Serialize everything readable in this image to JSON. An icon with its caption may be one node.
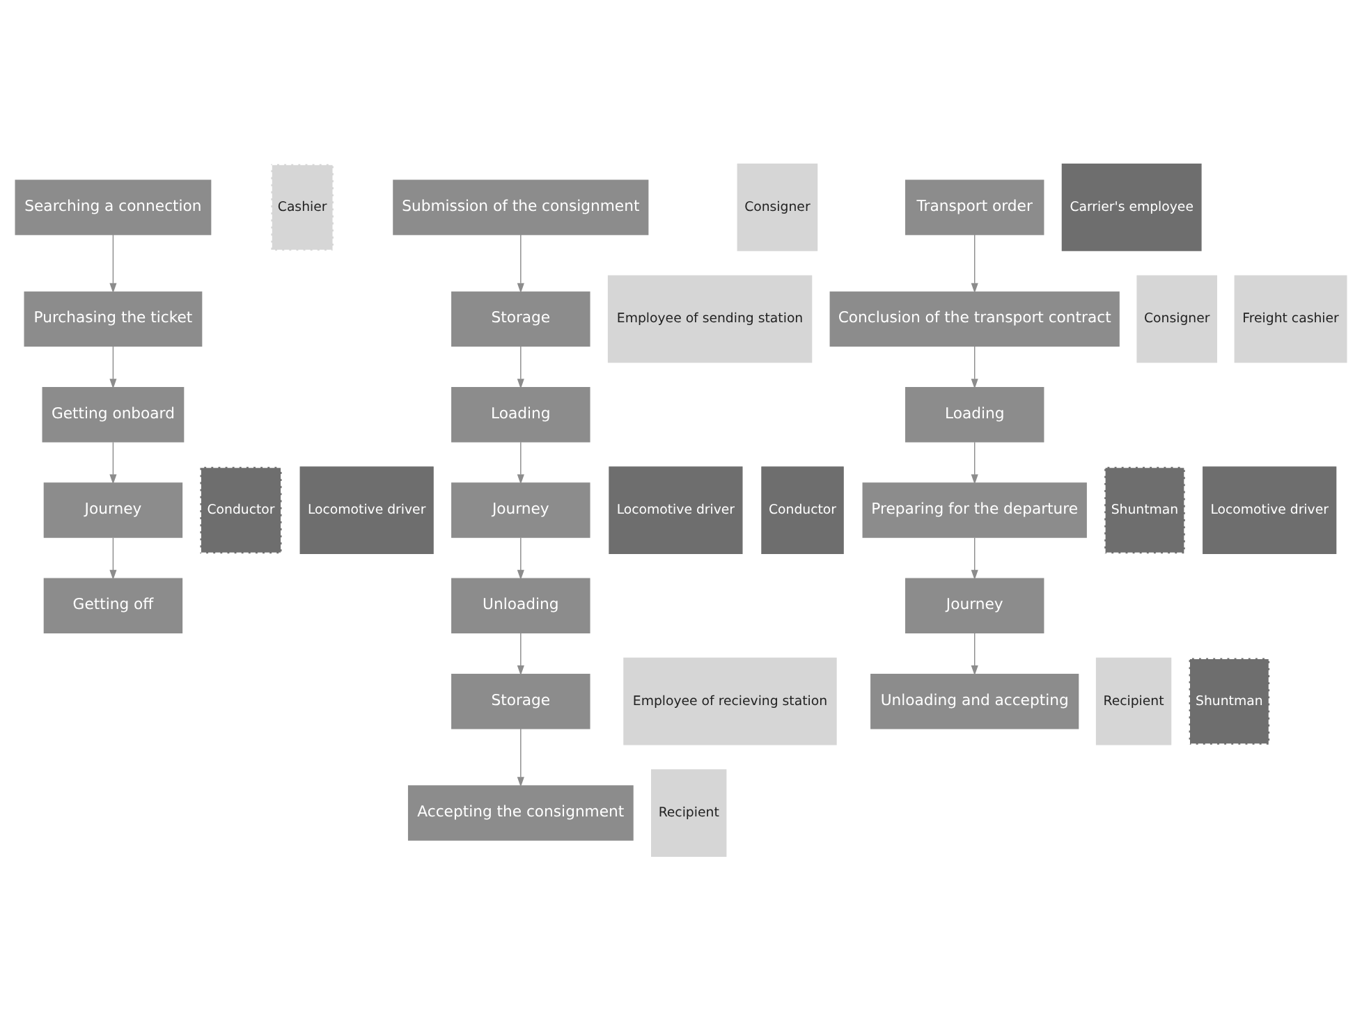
{
  "diagram": {
    "nodes": [
      {
        "text": [
          "Searching a connection"
        ]
      },
      {
        "text": [
          "Purchasing the ticket"
        ]
      },
      {
        "text": [
          "Getting onboard"
        ]
      },
      {
        "text": [
          "Journey"
        ]
      },
      {
        "text": [
          "Getting off"
        ]
      },
      {
        "text": [
          "Cashier"
        ]
      },
      {
        "text": [
          "Conductor"
        ]
      },
      {
        "text": [
          "Locomotive driver"
        ]
      },
      {
        "text": [
          "Submission of the consignment"
        ]
      },
      {
        "text": [
          "Storage"
        ]
      },
      {
        "text": [
          "Loading"
        ]
      },
      {
        "text": [
          "Journey"
        ]
      },
      {
        "text": [
          "Unloading"
        ]
      },
      {
        "text": [
          "Storage"
        ]
      },
      {
        "text": [
          "Accepting the consignment"
        ]
      },
      {
        "text": [
          "Consigner"
        ]
      },
      {
        "text": [
          "Employee of sending station"
        ]
      },
      {
        "text": [
          "Locomotive driver"
        ]
      },
      {
        "text": [
          "Conductor"
        ]
      },
      {
        "text": [
          "Employee of recieving station"
        ]
      },
      {
        "text": [
          "Recipient"
        ]
      },
      {
        "text": [
          "Transport order"
        ]
      },
      {
        "text": [
          "Conclusion of the transport contract"
        ]
      },
      {
        "text": [
          "Loading"
        ]
      },
      {
        "text": [
          "Preparing for the departure"
        ]
      },
      {
        "text": [
          "Journey"
        ]
      },
      {
        "text": [
          "Unloading and accepting"
        ]
      },
      {
        "text": [
          "Consigner"
        ]
      },
      {
        "text": [
          "Carrier's employee"
        ]
      },
      {
        "text": [
          "Freight cashier"
        ]
      },
      {
        "text": [
          "Shuntman"
        ]
      },
      {
        "text": [
          "Locomotive driver"
        ]
      },
      {
        "text": [
          "Recipient"
        ]
      },
      {
        "text": [
          "Shuntman"
        ]
      }
    ],
    "edges": [
      {
        "from": 0,
        "to": 1,
        "arrow": "to"
      },
      {
        "from": 1,
        "to": 2,
        "arrow": "to"
      },
      {
        "from": 2,
        "to": 3,
        "arrow": "to"
      },
      {
        "from": 3,
        "to": 4,
        "arrow": "to"
      },
      {
        "from": 8,
        "to": 9,
        "arrow": "to"
      },
      {
        "from": 9,
        "to": 10,
        "arrow": "to"
      },
      {
        "from": 10,
        "to": 11,
        "arrow": "to"
      },
      {
        "from": 11,
        "to": 12,
        "arrow": "to"
      },
      {
        "from": 12,
        "to": 13,
        "arrow": "to"
      },
      {
        "from": 13,
        "to": 14,
        "arrow": "to"
      },
      {
        "from": 21,
        "to": 22,
        "arrow": "to"
      },
      {
        "from": 22,
        "to": 23,
        "arrow": "to"
      },
      {
        "from": 23,
        "to": 24,
        "arrow": "to"
      },
      {
        "from": 24,
        "to": 25,
        "arrow": "to"
      },
      {
        "from": 25,
        "to": 26,
        "arrow": "to"
      }
    ]
  }
}
